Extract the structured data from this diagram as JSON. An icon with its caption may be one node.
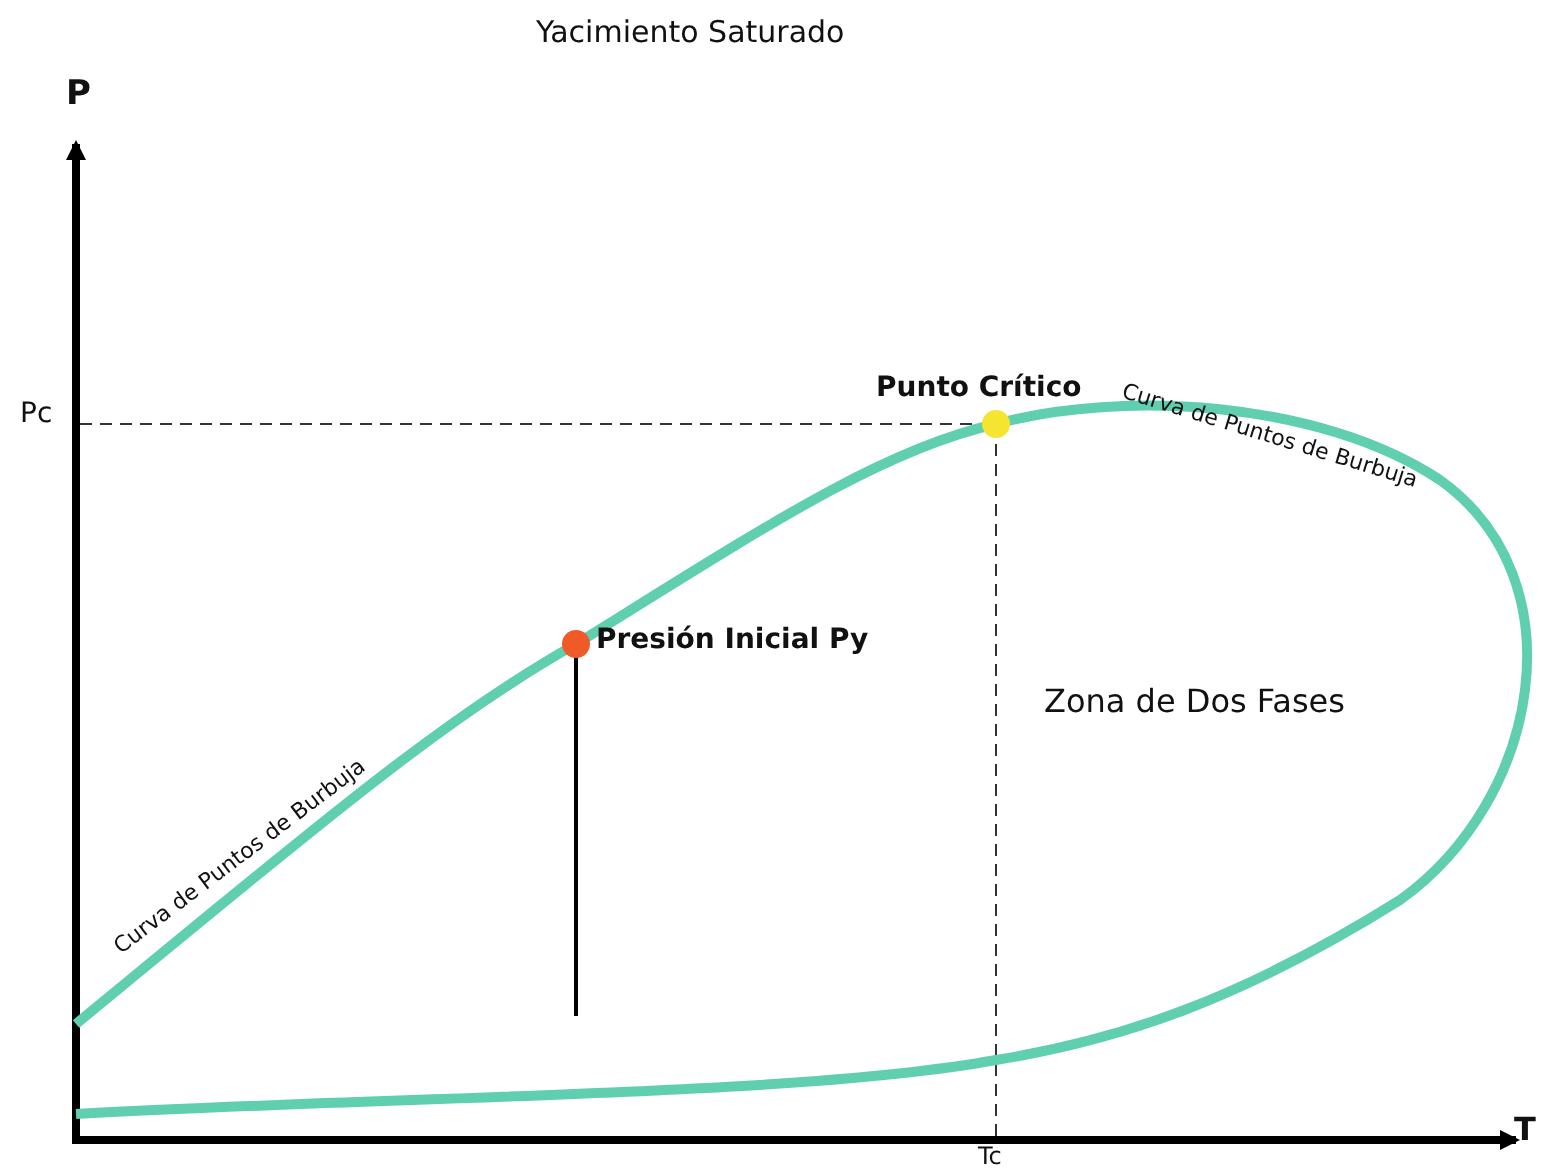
{
  "diagram": {
    "title": "Yacimiento Saturado",
    "labels": [
      "P",
      "Pc",
      "Punto Crítico",
      "Curva de Puntos de Burbuja",
      "Presión Inicial Py",
      "Zona de Dos Fases",
      "Curva de Puntos de Burbuja",
      "T",
      "Tc"
    ]
  }
}
